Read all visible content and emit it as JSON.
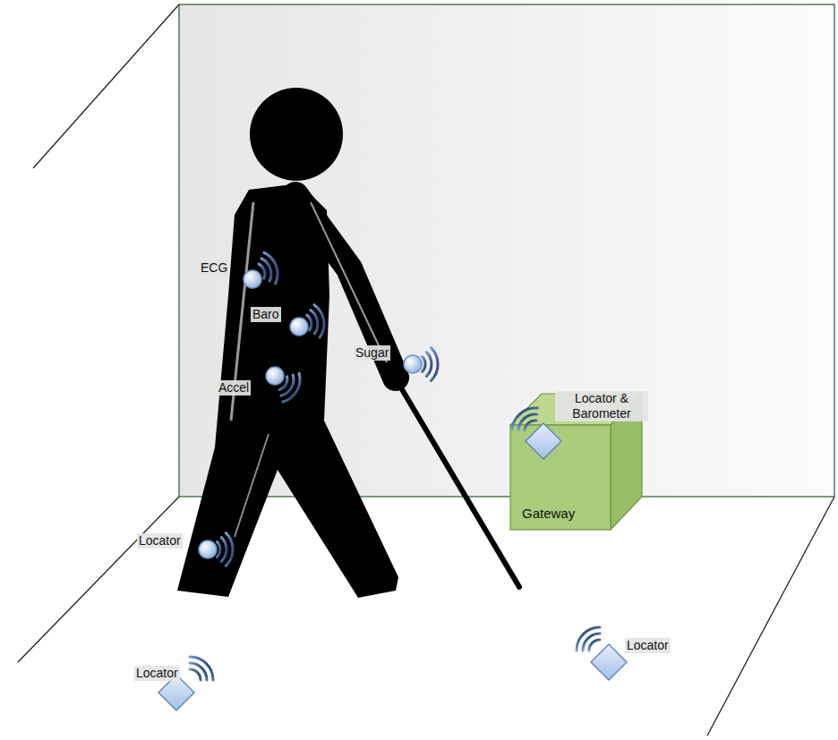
{
  "diagram": {
    "nodes": [
      {
        "text": [
          "ECG"
        ]
      },
      {
        "text": [
          "Baro"
        ]
      },
      {
        "text": [
          "Sugar"
        ]
      },
      {
        "text": [
          "Accel"
        ]
      },
      {
        "text": [
          "Gateway"
        ]
      },
      {
        "text": [
          "Locator & Barometer"
        ],
        "in": 4
      },
      {
        "text": [
          "Locator"
        ]
      },
      {
        "text": [
          "Locator"
        ]
      },
      {
        "text": [
          "Locator"
        ]
      }
    ]
  }
}
